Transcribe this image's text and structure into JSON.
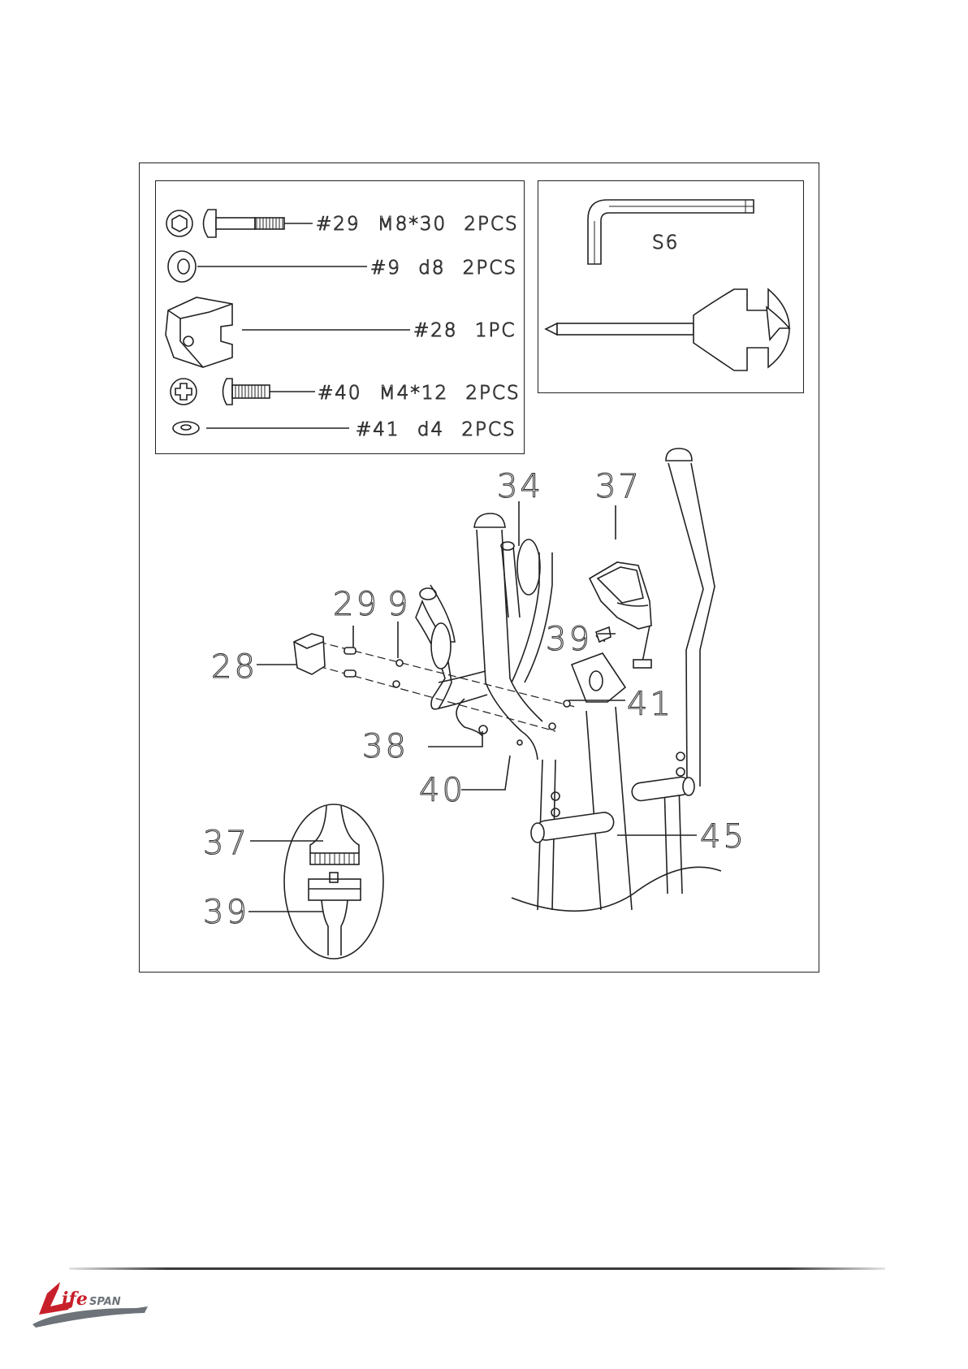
{
  "hardware": [
    {
      "part": "#29",
      "spec": "M8*30",
      "qty": "2PCS"
    },
    {
      "part": "#9",
      "spec": "d8",
      "qty": "2PCS"
    },
    {
      "part": "#28",
      "spec": "",
      "qty": "1PC"
    },
    {
      "part": "#40",
      "spec": "M4*12",
      "qty": "2PCS"
    },
    {
      "part": "#41",
      "spec": "d4",
      "qty": "2PCS"
    }
  ],
  "tools": {
    "allen_key_label": "S6"
  },
  "callouts": {
    "p28": "28",
    "p29": "29",
    "p9": "9",
    "p34": "34",
    "p37": "37",
    "p39": "39",
    "p41": "41",
    "p38": "38",
    "p40": "40",
    "p45": "45",
    "detail_37": "37",
    "detail_39": "39"
  },
  "logo": {
    "text": "LifeSPAN"
  },
  "colors": {
    "line": "#222222",
    "logo_red": "#c8202a",
    "logo_gray": "#6d7378"
  }
}
